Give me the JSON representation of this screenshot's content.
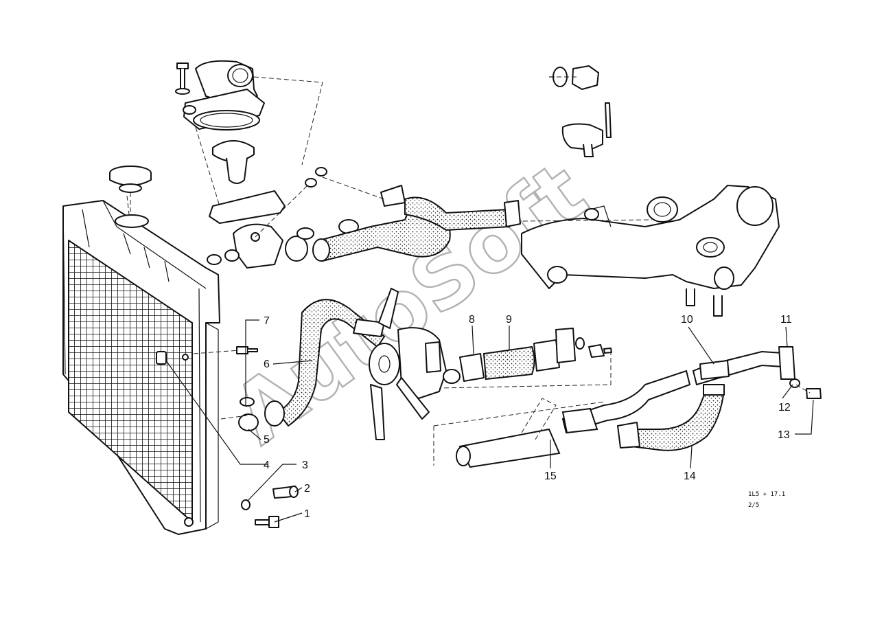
{
  "watermark": "AutoSoft",
  "callouts": {
    "c1": "1",
    "c2": "2",
    "c3": "3",
    "c4": "4",
    "c5": "5",
    "c6": "6",
    "c7": "7",
    "c8": "8",
    "c9": "9",
    "c10": "10",
    "c11": "11",
    "c12": "12",
    "c13": "13",
    "c14": "14",
    "c15": "15"
  },
  "reference": {
    "line1": "1L5 + 17.1",
    "line2": "2/5"
  }
}
